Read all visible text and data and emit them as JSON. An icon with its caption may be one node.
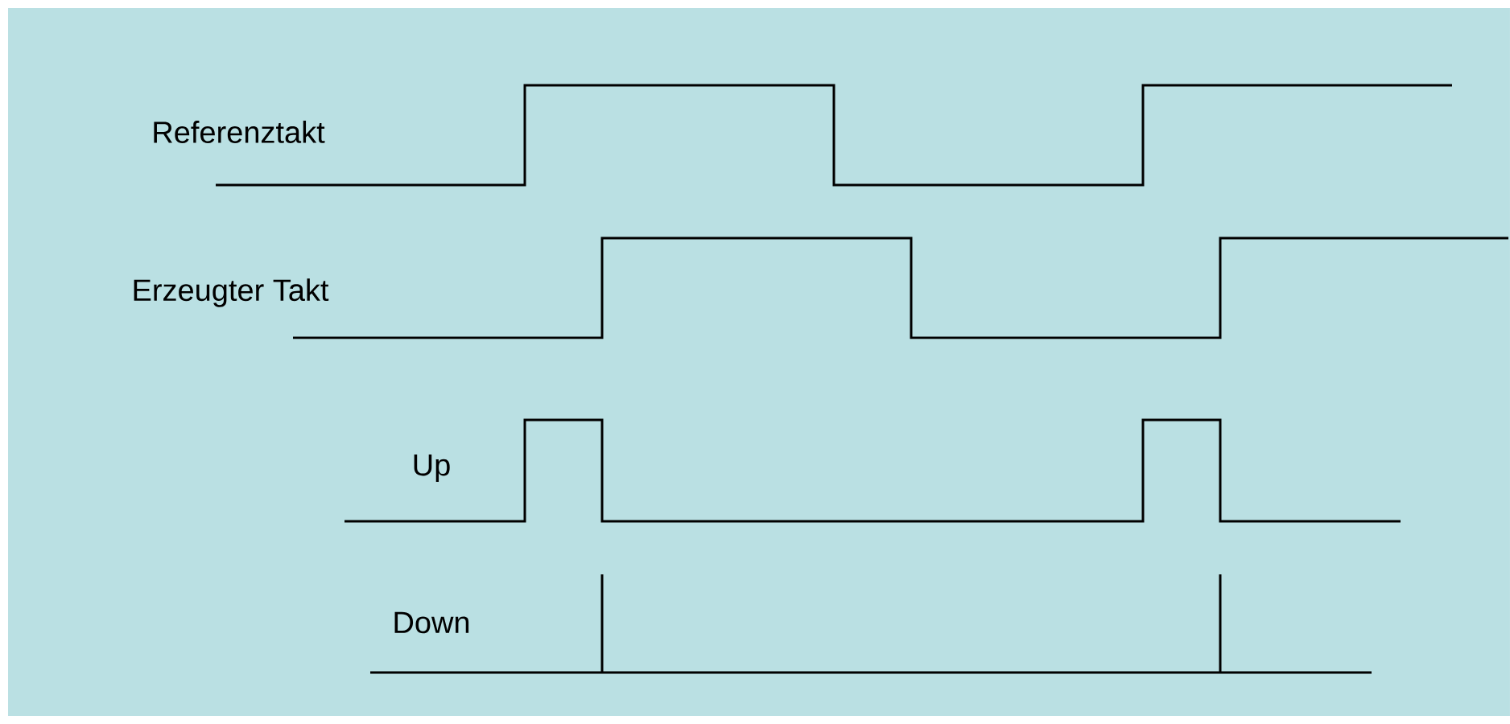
{
  "diagram": {
    "labels": [
      "Referenztakt",
      "Erzeugter Takt",
      "Up",
      "Down"
    ]
  }
}
